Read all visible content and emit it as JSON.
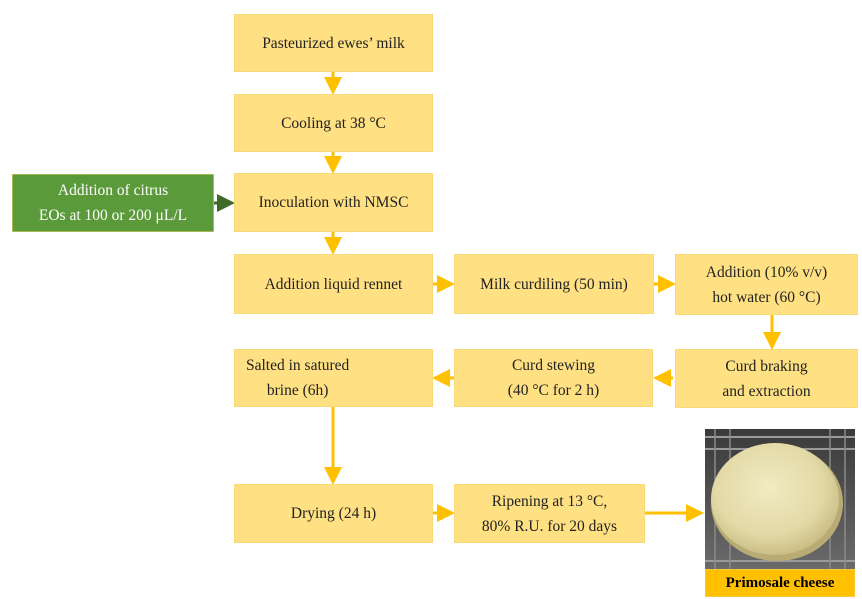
{
  "steps": {
    "pasteurized": "Pasteurized ewes’ milk",
    "cooling": "Cooling at 38 °C",
    "inoculation": "Inoculation with NMSC",
    "addition_eos": [
      "Addition  of citrus",
      "EOs  at 100 or 200 μL/L"
    ],
    "rennet": "Addition liquid rennet",
    "curdiling": "Milk curdiling (50 min)",
    "hot_water": [
      "Addition (10% v/v)",
      "hot water (60 °C)"
    ],
    "braking": [
      "Curd braking",
      "and extraction"
    ],
    "stewing": [
      "Curd stewing",
      "(40 °C for 2 h)"
    ],
    "salted": [
      "Salted in satured",
      "brine (6h)"
    ],
    "drying": "Drying (24 h)",
    "ripening": [
      "Ripening at 13 °C,",
      "80% R.U. for 20 days"
    ],
    "product": "Primosale cheese"
  },
  "colors": {
    "box_fill": "#ffe082",
    "arrow": "#ffc000",
    "eos_fill": "#5a9a3a",
    "eos_arrow": "#3f6b2a",
    "product_label": "#ffc000"
  }
}
